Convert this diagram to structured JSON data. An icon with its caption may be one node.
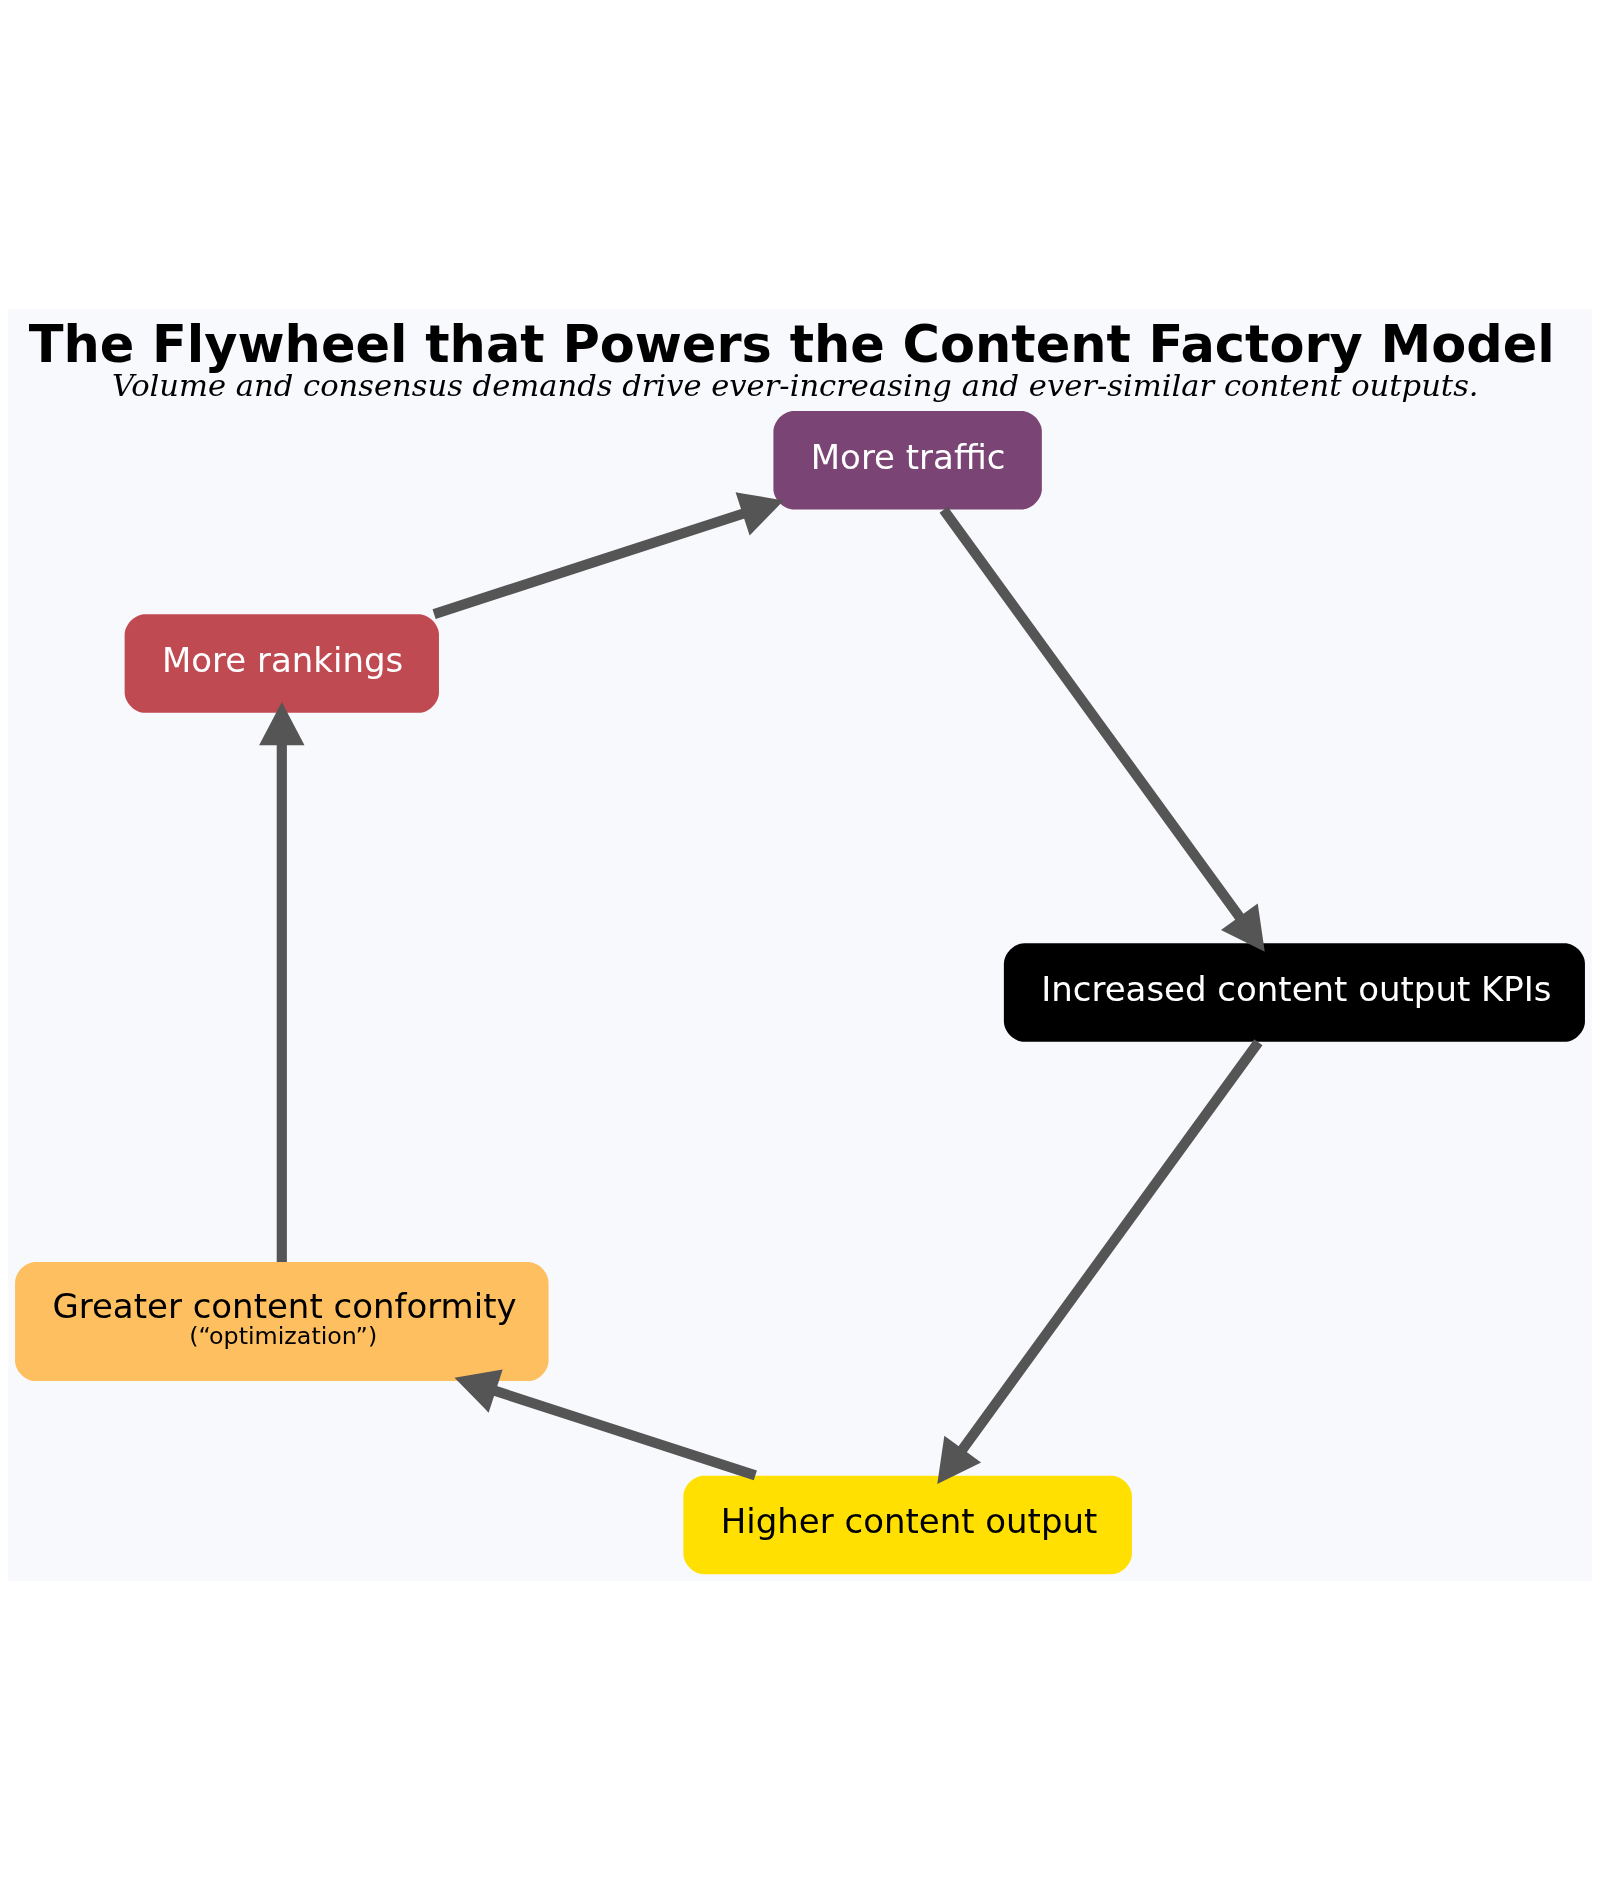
{
  "diagram": {
    "title": "The Flywheel that Powers the Content Factory Model",
    "caption": "Volume and consensus demands drive ever-increasing and ever-similar content outputs.",
    "nodes": [
      {
        "text": [
          "Higher content output"
        ]
      },
      {
        "text": [
          "Greater content conformity",
          "(“optimization”)"
        ]
      },
      {
        "text": [
          "More rankings"
        ]
      },
      {
        "text": [
          "More traffic"
        ]
      },
      {
        "text": [
          "Increased content output KPIs"
        ]
      }
    ],
    "edges": [
      {
        "from": 0,
        "to": 1,
        "arrow": "to"
      },
      {
        "from": 1,
        "to": 2,
        "arrow": "to"
      },
      {
        "from": 2,
        "to": 3,
        "arrow": "to"
      },
      {
        "from": 3,
        "to": 4,
        "arrow": "to"
      },
      {
        "from": 4,
        "to": 0,
        "arrow": "to"
      }
    ]
  }
}
